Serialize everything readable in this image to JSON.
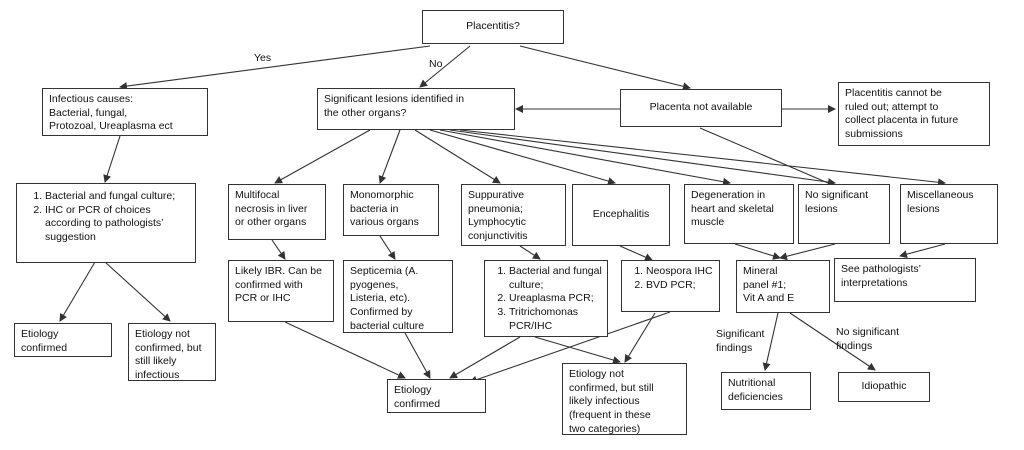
{
  "nodes": {
    "placentitis": "Placentitis?",
    "infectious": "Infectious causes:\nBacterial, fungal,\nProtozoal, Ureaplasma ect",
    "significant_lesions": "Significant lesions identified in\nthe other organs?",
    "placenta_na": "Placenta not available",
    "cannot_rule_out": "Placentitis cannot be\nruled out; attempt to\ncollect placenta in future\nsubmissions",
    "infectious_tests": [
      "Bacterial and fungal culture;",
      "IHC or PCR of choices according to pathologists’ suggestion"
    ],
    "multifocal": "Multifocal\nnecrosis in liver\nor other organs",
    "monomorphic": "Monomorphic\nbacteria in\nvarious organs",
    "suppurative": "Suppurative\npneumonia;\nLymphocytic\nconjunctivitis",
    "encephalitis": "Encephalitis",
    "degeneration": "Degeneration in\nheart and skeletal\nmuscle",
    "no_sig_lesions": "No significant\nlesions",
    "misc_lesions": "Miscellaneous\nlesions",
    "ibr": "Likely IBR. Can be\nconfirmed with\nPCR or IHC",
    "septicemia": "Septicemia (A.\npyogenes,\nListeria, etc).\nConfirmed by\nbacterial culture",
    "suppurative_tests": [
      "Bacterial and fungal culture;",
      "Ureaplasma PCR;",
      "Tritrichomonas PCR/IHC"
    ],
    "enceph_tests": [
      "Neospora IHC",
      "BVD PCR;"
    ],
    "mineral": "Mineral\npanel #1;\nVit A and E",
    "see_path": "See pathologists’\ninterpretations",
    "etiology_confirmed_left": "Etiology\nconfirmed",
    "etiology_not_left": "Etiology not\nconfirmed, but\nstill likely\ninfectious",
    "etiology_confirmed_mid": "Etiology\nconfirmed",
    "etiology_not_mid": "Etiology not\nconfirmed, but still\nlikely infectious\n(frequent in these\ntwo categories)",
    "nutritional": "Nutritional\ndeficiencies",
    "idiopathic": "Idiopathic"
  },
  "edge_labels": {
    "yes": "Yes",
    "no": "No",
    "sig_findings": "Significant\nfindings",
    "no_sig_findings": "No significant\nfindings"
  }
}
